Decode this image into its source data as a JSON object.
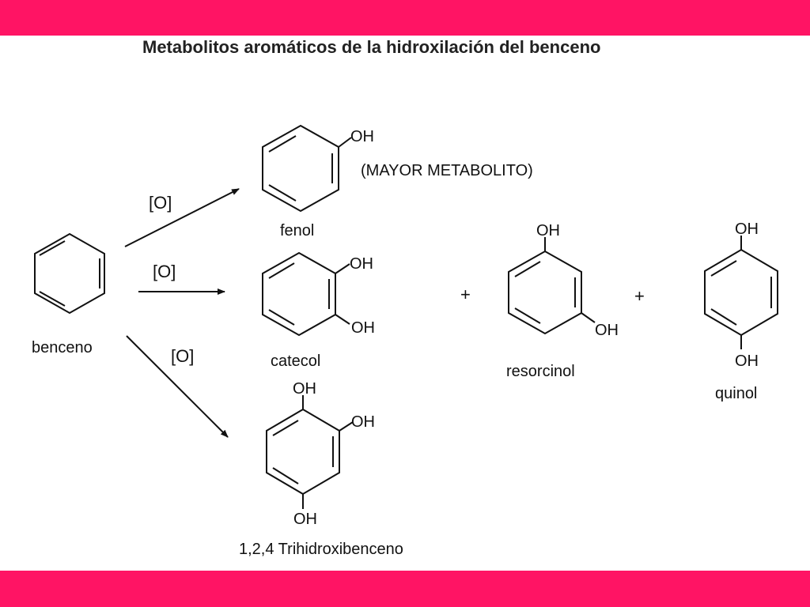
{
  "slide": {
    "title": "Metabolitos aromáticos de la hidroxilación del benceno",
    "accent_color": "#ff1464"
  },
  "diagram": {
    "reagent": "[O]",
    "plus": "+",
    "oh": "OH",
    "molecules": {
      "benceno": "benceno",
      "fenol": "fenol",
      "fenol_note": "(MAYOR METABOLITO)",
      "catecol": "catecol",
      "resorcinol": "resorcinol",
      "quinol": "quinol",
      "trihidroxibenceno": "1,2,4 Trihidroxibenceno"
    }
  }
}
